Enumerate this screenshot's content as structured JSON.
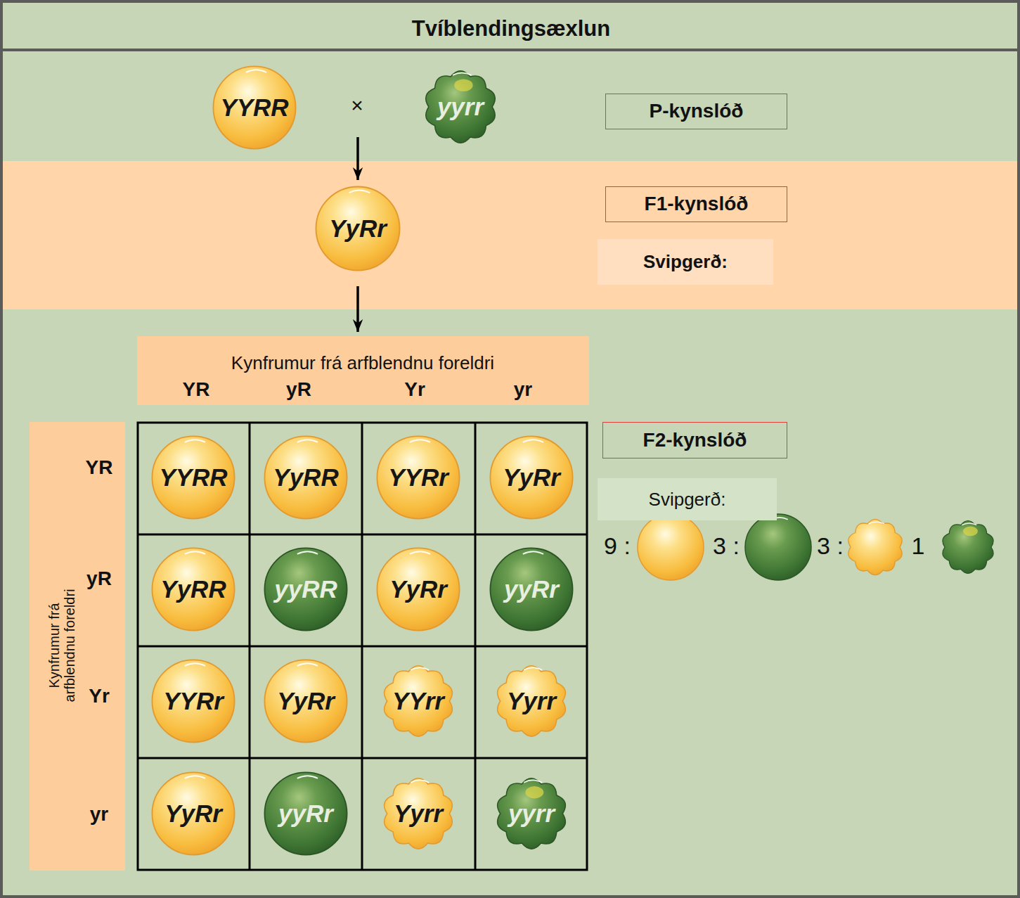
{
  "diagram": {
    "title": "Tvíblendingsæxlun",
    "nodes": [
      {
        "text": [
          "YYRR"
        ]
      },
      {
        "text": [
          "yyrr"
        ]
      },
      {
        "text": [
          "P-kynslóð"
        ]
      },
      {
        "text": [
          "YyRr"
        ]
      },
      {
        "text": [
          "F1-kynslóð"
        ]
      },
      {
        "text": [
          "Svipgerð:"
        ]
      },
      {
        "text": [
          "Kynfrumur frá arfblendnu foreldri",
          "YR",
          "yR",
          "Yr",
          "yr"
        ]
      },
      {
        "text": [
          "Kynfrumur frá arfblendnu foreldri",
          "YR",
          "yR",
          "Yr",
          "yr"
        ]
      },
      {
        "text": [
          "YYRR"
        ]
      },
      {
        "text": [
          "YyRR"
        ]
      },
      {
        "text": [
          "YYRr"
        ]
      },
      {
        "text": [
          "YyRr"
        ]
      },
      {
        "text": [
          "YyRR"
        ]
      },
      {
        "text": [
          "yyRR"
        ]
      },
      {
        "text": [
          "YyRr"
        ]
      },
      {
        "text": [
          "yyRr"
        ]
      },
      {
        "text": [
          "YYRr"
        ]
      },
      {
        "text": [
          "YyRr"
        ]
      },
      {
        "text": [
          "YYrr"
        ]
      },
      {
        "text": [
          "Yyrr"
        ]
      },
      {
        "text": [
          "YyRr"
        ]
      },
      {
        "text": [
          "yyRr"
        ]
      },
      {
        "text": [
          "Yyrr"
        ]
      },
      {
        "text": [
          "yyrr"
        ]
      },
      {
        "text": [
          "F2-kynslóð"
        ]
      },
      {
        "text": [
          "Svipgerð:"
        ]
      }
    ],
    "edges": [
      {
        "from": 3,
        "to": 6,
        "arrow": "to"
      }
    ],
    "labels": [
      "×",
      "9 :",
      "3 :",
      "3 :",
      "1"
    ]
  }
}
